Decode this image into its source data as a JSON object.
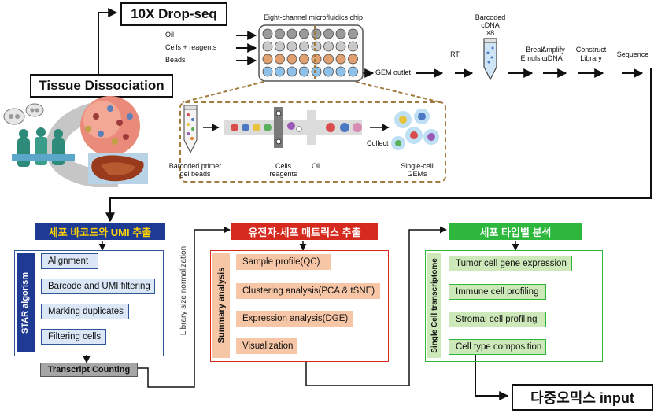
{
  "top": {
    "drop_seq": "10X Drop-seq",
    "tissue_dissociation": "Tissue Dissociation",
    "chip_title": "Eight-channel microfluidics chip",
    "inputs": [
      "Oil",
      "Cells + reagents",
      "Beads"
    ],
    "gem_outlet": "GEM outlet",
    "steps": [
      {
        "label": "RT"
      },
      {
        "label": "Barcoded\ncDNA\n×8"
      },
      {
        "label": "Break\nEmulsion"
      },
      {
        "label": "Amplify\ncDNA"
      },
      {
        "label": "Construct\nLibrary"
      },
      {
        "label": "Sequence"
      }
    ],
    "inset": {
      "barcoded_primer": "Barcoded primer\ngel beads",
      "cells_reagents": "Cells\nreagents",
      "oil": "Oil",
      "collect": "Collect",
      "single_cell_gems": "Single-cell\nGEMs"
    }
  },
  "panel1": {
    "header": "세포 바코드와 UMI 추출",
    "sidebar": "STAR algorism",
    "items": [
      "Alignment",
      "Barcode and UMI filtering",
      "Marking duplicates",
      "Filtering cells"
    ],
    "footer": "Transcript Counting",
    "side_note": "Library size normalization"
  },
  "panel2": {
    "header": "유전자-세포 매트릭스 추출",
    "sidebar": "Summary analysis",
    "items": [
      "Sample profile(QC)",
      "Clustering analysis(PCA & tSNE)",
      "Expression analysis(DGE)",
      "Visualization"
    ]
  },
  "panel3": {
    "header": "세포 타입별 분석",
    "sidebar": "Single Cell transcriptome",
    "items": [
      "Tumor cell gene expression",
      "Immune cell profiling",
      "Stromal cell profiling",
      "Cell type composition"
    ]
  },
  "final": "다중오믹스 input",
  "colors": {
    "panel1_header_bg": "#1f3a93",
    "panel1_header_text": "#ffd400",
    "panel1_border": "#2e5597",
    "panel1_item_bg": "#dbe7f7",
    "panel2_header_bg": "#d62a1e",
    "panel2_header_text": "#ffffff",
    "panel2_border": "#d62a1e",
    "panel2_item_bg": "#f7c6a6",
    "panel3_header_bg": "#2db83d",
    "panel3_header_text": "#ffffff",
    "panel3_border": "#2db83d",
    "panel3_item_bg": "#cde9b9"
  }
}
